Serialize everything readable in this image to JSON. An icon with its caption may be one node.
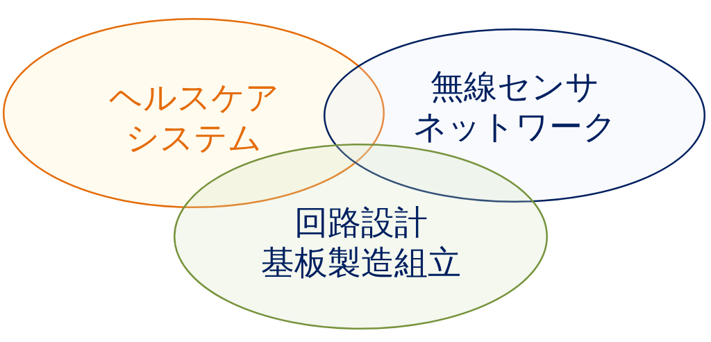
{
  "diagram": {
    "nodes": [
      {
        "text": [
          "ヘルスケアシステム"
        ]
      },
      {
        "text": [
          "無線センサネットワーク"
        ]
      },
      {
        "text": [
          "回路設計",
          "基板製造組立"
        ]
      }
    ]
  }
}
